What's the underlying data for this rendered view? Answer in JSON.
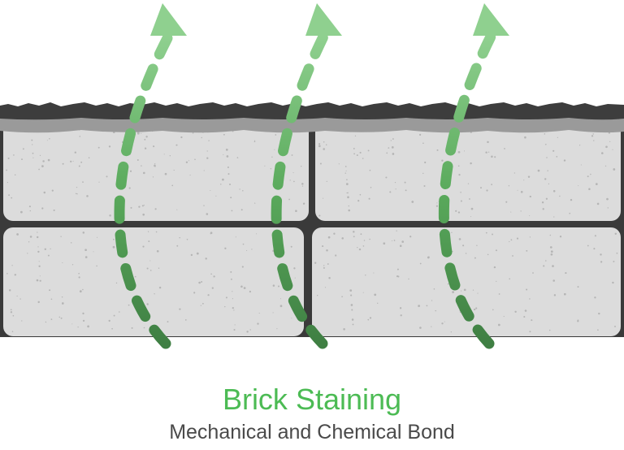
{
  "caption": {
    "title": "Brick Staining",
    "subtitle": "Mechanical and Chemical Bond"
  },
  "colors": {
    "title": "#4cbb54",
    "subtitle": "#4a4a4a",
    "arrow_light": "#8fd08f",
    "arrow_mid": "#5aaa5c",
    "arrow_dark": "#3f7f43",
    "brick": "#dcdcdc",
    "brick_speckle": "#b5b5b5",
    "mortar": "#3a3a3a",
    "coating_top": "#3d3d3d",
    "coating_layer": "#9a9a9a"
  },
  "diagram": {
    "elements": [
      "brick-wall",
      "surface-coating",
      "vapor-arrows"
    ]
  }
}
